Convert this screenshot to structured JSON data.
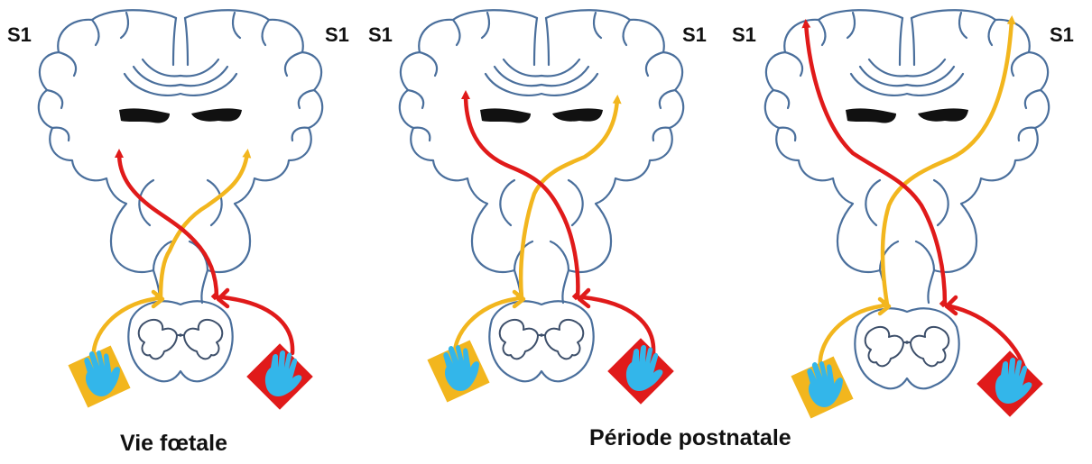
{
  "panels": [
    {
      "id": "fetal",
      "s1_left": "S1",
      "s1_right": "S1"
    },
    {
      "id": "postnatal-early",
      "s1_left": "S1",
      "s1_right": "S1"
    },
    {
      "id": "postnatal-late",
      "s1_left": "S1",
      "s1_right": "S1"
    }
  ],
  "captions": {
    "fetal": "Vie fœtale",
    "postnatal": "Période postnatale"
  },
  "colors": {
    "outline": "#4a6f9c",
    "red_pathway": "#e01a1a",
    "yellow_pathway": "#f2b61e",
    "hand": "#33b6ea",
    "yellow_square": "#f2b61e",
    "red_square": "#e01a1a"
  }
}
